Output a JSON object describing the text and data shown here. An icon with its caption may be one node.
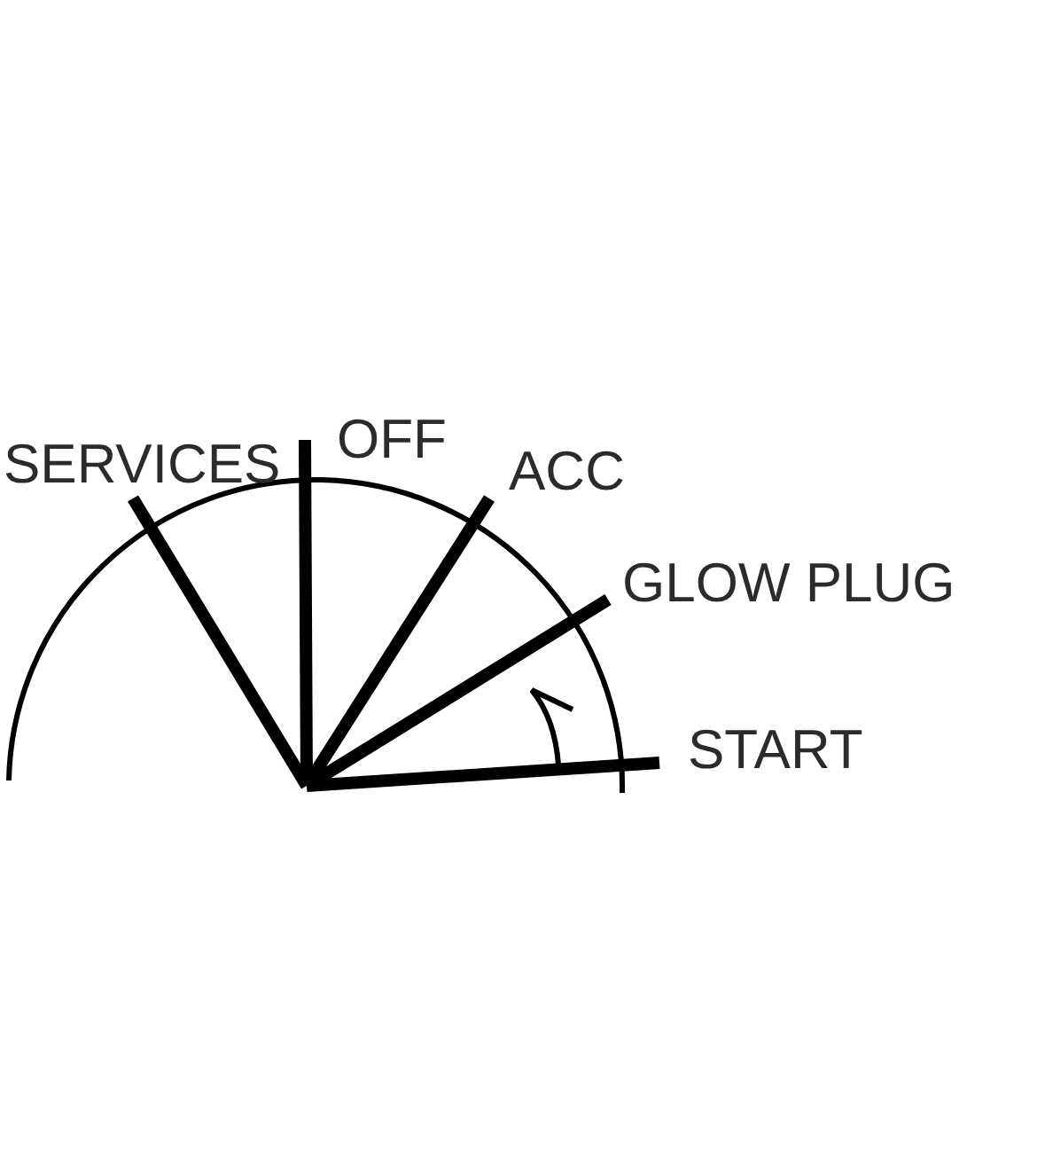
{
  "diagram": {
    "nodes": [
      {
        "text": [
          "SERVICES"
        ]
      },
      {
        "text": [
          "OFF"
        ]
      },
      {
        "text": [
          "ACC"
        ]
      },
      {
        "text": [
          "GLOW PLUG"
        ]
      },
      {
        "text": [
          "START"
        ]
      }
    ],
    "edges": [
      {
        "from": null,
        "to": 0,
        "arrow": "none"
      },
      {
        "from": null,
        "to": 1,
        "arrow": "none"
      },
      {
        "from": null,
        "to": 2,
        "arrow": "none"
      },
      {
        "from": null,
        "to": 3,
        "arrow": "none"
      },
      {
        "from": null,
        "to": 4,
        "arrow": "none"
      }
    ]
  }
}
